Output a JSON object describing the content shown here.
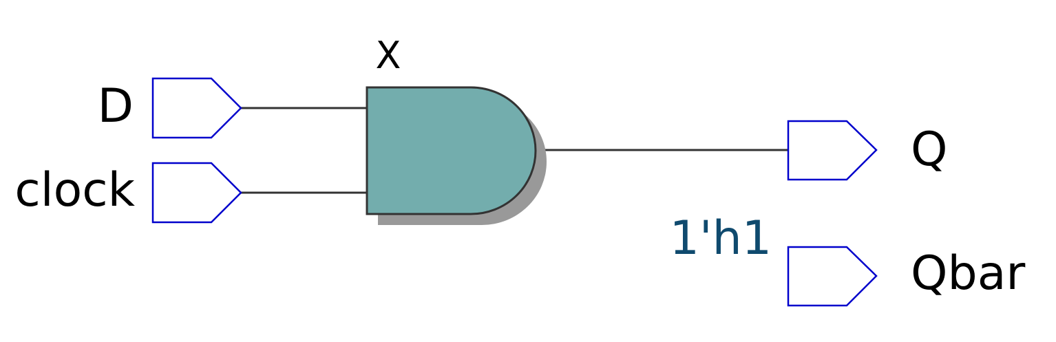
{
  "gate": {
    "label": "X",
    "fill": "#73adad",
    "shadow": "#999999",
    "stroke": "#333333"
  },
  "inputs": [
    {
      "label": "D"
    },
    {
      "label": "clock"
    }
  ],
  "outputs": [
    {
      "label": "Q"
    },
    {
      "label": "Qbar"
    }
  ],
  "constant": {
    "label": "1'h1",
    "color": "#0f4a6e"
  },
  "colors": {
    "port_outline": "#0000cc",
    "wire": "#333333"
  }
}
